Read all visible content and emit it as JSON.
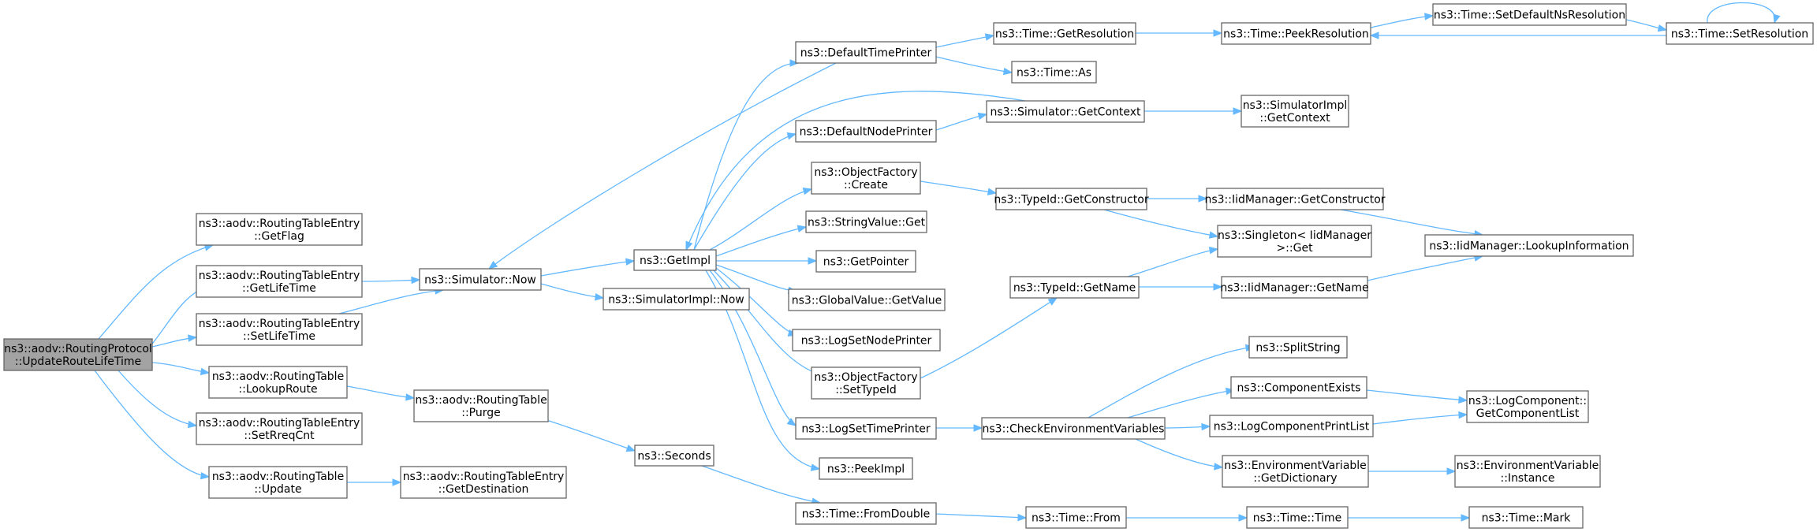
{
  "colors": {
    "edge": "#63b8ff",
    "node_border": "#666666",
    "root_fill": "#a3a3a3",
    "node_fill": "#ffffff"
  },
  "nodes": [
    {
      "id": "root",
      "lines": [
        "ns3::aodv::RoutingProtocol",
        "::UpdateRouteLifeTime"
      ],
      "root": true
    },
    {
      "id": "getflag",
      "lines": [
        "ns3::aodv::RoutingTableEntry",
        "::GetFlag"
      ]
    },
    {
      "id": "getlifetime",
      "lines": [
        "ns3::aodv::RoutingTableEntry",
        "::GetLifeTime"
      ]
    },
    {
      "id": "setlifetime",
      "lines": [
        "ns3::aodv::RoutingTableEntry",
        "::SetLifeTime"
      ]
    },
    {
      "id": "lookuproute",
      "lines": [
        "ns3::aodv::RoutingTable",
        "::LookupRoute"
      ]
    },
    {
      "id": "setrreqcnt",
      "lines": [
        "ns3::aodv::RoutingTableEntry",
        "::SetRreqCnt"
      ]
    },
    {
      "id": "update",
      "lines": [
        "ns3::aodv::RoutingTable",
        "::Update"
      ]
    },
    {
      "id": "now",
      "lines": [
        "ns3::Simulator::Now"
      ]
    },
    {
      "id": "purge",
      "lines": [
        "ns3::aodv::RoutingTable",
        "::Purge"
      ]
    },
    {
      "id": "getdestination",
      "lines": [
        "ns3::aodv::RoutingTableEntry",
        "::GetDestination"
      ]
    },
    {
      "id": "getimpl",
      "lines": [
        "ns3::GetImpl"
      ]
    },
    {
      "id": "simimplnow",
      "lines": [
        "ns3::SimulatorImpl::Now"
      ]
    },
    {
      "id": "seconds",
      "lines": [
        "ns3::Seconds"
      ]
    },
    {
      "id": "defaulttimeprinter",
      "lines": [
        "ns3::DefaultTimePrinter"
      ]
    },
    {
      "id": "defaultnodeprinter",
      "lines": [
        "ns3::DefaultNodePrinter"
      ]
    },
    {
      "id": "objfactorycreate",
      "lines": [
        "ns3::ObjectFactory",
        "::Create"
      ]
    },
    {
      "id": "stringvalueget",
      "lines": [
        "ns3::StringValue::Get"
      ]
    },
    {
      "id": "getpointer",
      "lines": [
        "ns3::GetPointer"
      ]
    },
    {
      "id": "globalvaluegetvalue",
      "lines": [
        "ns3::GlobalValue::GetValue"
      ]
    },
    {
      "id": "logsetnodeprinter",
      "lines": [
        "ns3::LogSetNodePrinter"
      ]
    },
    {
      "id": "objfactorysettypeid",
      "lines": [
        "ns3::ObjectFactory",
        "::SetTypeId"
      ]
    },
    {
      "id": "logsettimeprinter",
      "lines": [
        "ns3::LogSetTimePrinter"
      ]
    },
    {
      "id": "peekimpl",
      "lines": [
        "ns3::PeekImpl"
      ]
    },
    {
      "id": "fromdouble",
      "lines": [
        "ns3::Time::FromDouble"
      ]
    },
    {
      "id": "timegetresolution",
      "lines": [
        "ns3::Time::GetResolution"
      ]
    },
    {
      "id": "timeas",
      "lines": [
        "ns3::Time::As"
      ]
    },
    {
      "id": "simgetcontext",
      "lines": [
        "ns3::Simulator::GetContext"
      ]
    },
    {
      "id": "typeidgetconstructor",
      "lines": [
        "ns3::TypeId::GetConstructor"
      ]
    },
    {
      "id": "typeidgetname",
      "lines": [
        "ns3::TypeId::GetName"
      ]
    },
    {
      "id": "checkenv",
      "lines": [
        "ns3::CheckEnvironmentVariables"
      ]
    },
    {
      "id": "timefrom",
      "lines": [
        "ns3::Time::From"
      ]
    },
    {
      "id": "peekresolution",
      "lines": [
        "ns3::Time::PeekResolution"
      ]
    },
    {
      "id": "simimplgetcontext",
      "lines": [
        "ns3::SimulatorImpl",
        "::GetContext"
      ]
    },
    {
      "id": "iidmgrgetconstructor",
      "lines": [
        "ns3::IidManager::GetConstructor"
      ]
    },
    {
      "id": "singletonget",
      "lines": [
        "ns3::Singleton< IidManager",
        " >::Get"
      ]
    },
    {
      "id": "iidmgrgetname",
      "lines": [
        "ns3::IidManager::GetName"
      ]
    },
    {
      "id": "splitstring",
      "lines": [
        "ns3::SplitString"
      ]
    },
    {
      "id": "componentexists",
      "lines": [
        "ns3::ComponentExists"
      ]
    },
    {
      "id": "logcomponentprintlist",
      "lines": [
        "ns3::LogComponentPrintList"
      ]
    },
    {
      "id": "envvargetdictionary",
      "lines": [
        "ns3::EnvironmentVariable",
        "::GetDictionary"
      ]
    },
    {
      "id": "timetime",
      "lines": [
        "ns3::Time::Time"
      ]
    },
    {
      "id": "setdefaultnsresolution",
      "lines": [
        "ns3::Time::SetDefaultNsResolution"
      ]
    },
    {
      "id": "setresolution",
      "lines": [
        "ns3::Time::SetResolution"
      ]
    },
    {
      "id": "iidmgrlookupinfo",
      "lines": [
        "ns3::IidManager::LookupInformation"
      ]
    },
    {
      "id": "logcomponentgetlist",
      "lines": [
        "ns3::LogComponent::",
        "GetComponentList"
      ]
    },
    {
      "id": "envvarinstance",
      "lines": [
        "ns3::EnvironmentVariable",
        "::Instance"
      ]
    },
    {
      "id": "timemark",
      "lines": [
        "ns3::Time::Mark"
      ]
    }
  ],
  "edges": [
    [
      "root",
      "getflag"
    ],
    [
      "root",
      "getlifetime"
    ],
    [
      "root",
      "setlifetime"
    ],
    [
      "root",
      "lookuproute"
    ],
    [
      "root",
      "setrreqcnt"
    ],
    [
      "root",
      "update"
    ],
    [
      "getlifetime",
      "now"
    ],
    [
      "setlifetime",
      "now"
    ],
    [
      "lookuproute",
      "purge"
    ],
    [
      "update",
      "getdestination"
    ],
    [
      "now",
      "getimpl"
    ],
    [
      "now",
      "simimplnow"
    ],
    [
      "purge",
      "seconds"
    ],
    [
      "seconds",
      "fromdouble"
    ],
    [
      "getimpl",
      "defaulttimeprinter"
    ],
    [
      "getimpl",
      "defaultnodeprinter"
    ],
    [
      "getimpl",
      "objfactorycreate"
    ],
    [
      "getimpl",
      "stringvalueget"
    ],
    [
      "getimpl",
      "getpointer"
    ],
    [
      "getimpl",
      "globalvaluegetvalue"
    ],
    [
      "getimpl",
      "logsetnodeprinter"
    ],
    [
      "getimpl",
      "objfactorysettypeid"
    ],
    [
      "getimpl",
      "logsettimeprinter"
    ],
    [
      "getimpl",
      "peekimpl"
    ],
    [
      "defaulttimeprinter",
      "now"
    ],
    [
      "defaulttimeprinter",
      "timegetresolution"
    ],
    [
      "defaulttimeprinter",
      "timeas"
    ],
    [
      "defaultnodeprinter",
      "simgetcontext"
    ],
    [
      "simgetcontext",
      "getimpl"
    ],
    [
      "simgetcontext",
      "simimplgetcontext"
    ],
    [
      "objfactorycreate",
      "typeidgetconstructor"
    ],
    [
      "objfactorysettypeid",
      "typeidgetname"
    ],
    [
      "logsettimeprinter",
      "checkenv"
    ],
    [
      "timegetresolution",
      "peekresolution"
    ],
    [
      "peekresolution",
      "setdefaultnsresolution"
    ],
    [
      "setdefaultnsresolution",
      "setresolution"
    ],
    [
      "setresolution",
      "peekresolution"
    ],
    [
      "setresolution",
      "setresolution"
    ],
    [
      "typeidgetconstructor",
      "iidmgrgetconstructor"
    ],
    [
      "typeidgetconstructor",
      "singletonget"
    ],
    [
      "iidmgrgetconstructor",
      "iidmgrlookupinfo"
    ],
    [
      "typeidgetname",
      "singletonget"
    ],
    [
      "typeidgetname",
      "iidmgrgetname"
    ],
    [
      "iidmgrgetname",
      "iidmgrlookupinfo"
    ],
    [
      "checkenv",
      "splitstring"
    ],
    [
      "checkenv",
      "componentexists"
    ],
    [
      "checkenv",
      "logcomponentprintlist"
    ],
    [
      "checkenv",
      "envvargetdictionary"
    ],
    [
      "componentexists",
      "logcomponentgetlist"
    ],
    [
      "logcomponentprintlist",
      "logcomponentgetlist"
    ],
    [
      "envvargetdictionary",
      "envvarinstance"
    ],
    [
      "fromdouble",
      "timefrom"
    ],
    [
      "timefrom",
      "timetime"
    ],
    [
      "timetime",
      "timemark"
    ]
  ]
}
